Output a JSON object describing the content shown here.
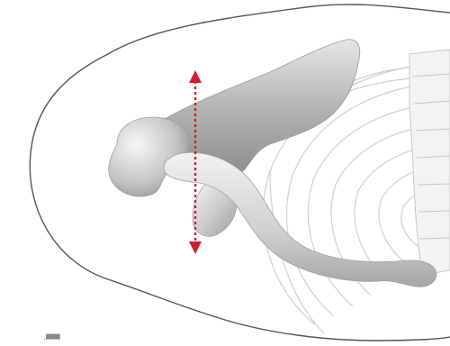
{
  "figure": {
    "subject": "shoulder-anatomy-top-view",
    "parts": {
      "body_outline": "body-outline",
      "ribs": "rib-cage",
      "scapula": "scapula",
      "acromion": "acromion",
      "clavicle": "clavicle",
      "coracoid": "coracoid-process",
      "measurement": "vertical-measurement-line"
    },
    "measurement_arrow": {
      "style": "dotted",
      "ends": "double-arrow"
    }
  },
  "colors": {
    "outline": "#555555",
    "ribs": "#cfcfcf",
    "bone_light": "#ececec",
    "bone_mid": "#bdbdbd",
    "bone_dark": "#8f8f8f",
    "arrow": "#d21e2b"
  },
  "corner_mark": "·▀▀"
}
